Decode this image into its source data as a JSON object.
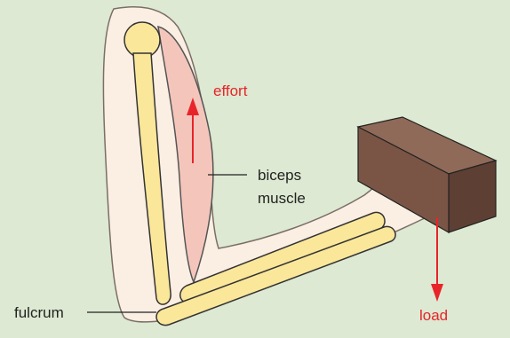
{
  "labels": {
    "effort": "effort",
    "biceps": "biceps",
    "muscle": "muscle",
    "fulcrum": "fulcrum",
    "load": "load"
  },
  "colors": {
    "background": "#dde9d2",
    "skin": "#fbeee3",
    "bone": "#fbe79a",
    "muscle": "#f4c6bb",
    "arrow": "#e8242a",
    "block_front": "#7a5545",
    "block_top": "#8f6a58",
    "block_side": "#5e3f33",
    "text_red": "#e8242a",
    "text_dark": "#222222"
  }
}
